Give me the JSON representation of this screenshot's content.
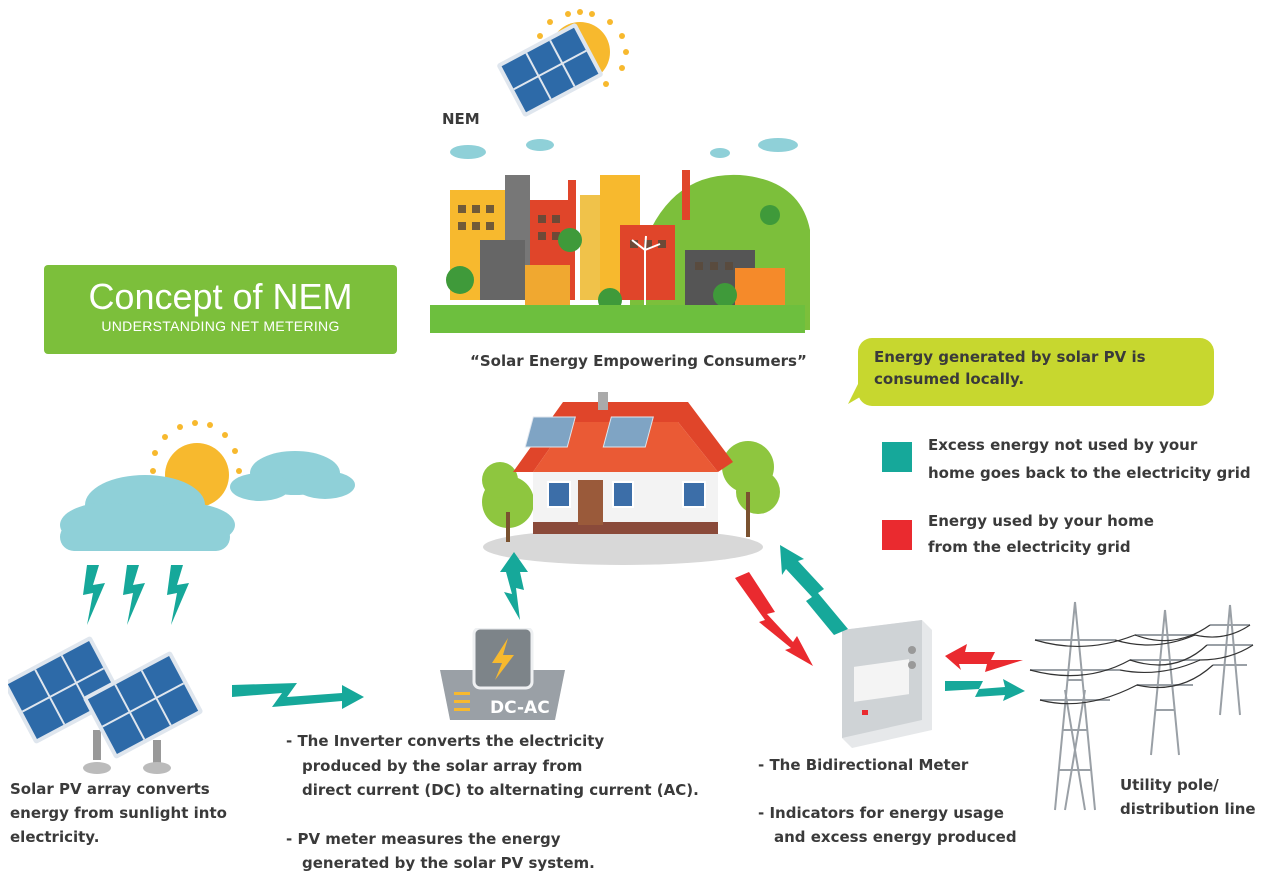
{
  "title": {
    "main": "Concept of NEM",
    "sub": "UNDERSTANDING NET METERING"
  },
  "top": {
    "panel_label": "NEM",
    "caption": "“Solar Energy Empowering Consumers”"
  },
  "callout": {
    "text": "Energy generated by solar PV is consumed locally."
  },
  "legend": [
    {
      "color": "#16a89a",
      "line1": "Excess energy not used by your",
      "line2": "home goes back to the electricity grid"
    },
    {
      "color": "#ea2a2f",
      "line1": "Energy used by your home",
      "line2": "from the electricity grid"
    }
  ],
  "inverter": {
    "label": "DC-AC"
  },
  "solar_text": {
    "line1": "Solar PV array converts",
    "line2": "energy from sunlight into",
    "line3": "electricity."
  },
  "inverter_text": {
    "line1": "- The Inverter converts the electricity",
    "line2": "produced by the solar array from",
    "line3": "direct current (DC) to alternating current (AC).",
    "line4": "- PV meter measures the energy",
    "line5": "generated by the solar PV system."
  },
  "meter_text": {
    "line1": "- The Bidirectional Meter",
    "line2": "- Indicators for energy usage",
    "line3": "and excess energy produced"
  },
  "pole_text": {
    "line1": "Utility pole/",
    "line2": "distribution line"
  },
  "colors": {
    "teal": "#16a89a",
    "red": "#ea2a2f",
    "green": "#7cbf3b",
    "lime": "#c7d72f",
    "panel_blue": "#2d6aa8",
    "sun": "#f7b92e",
    "cloud": "#8fd0d8",
    "roof": "#e0452a"
  }
}
